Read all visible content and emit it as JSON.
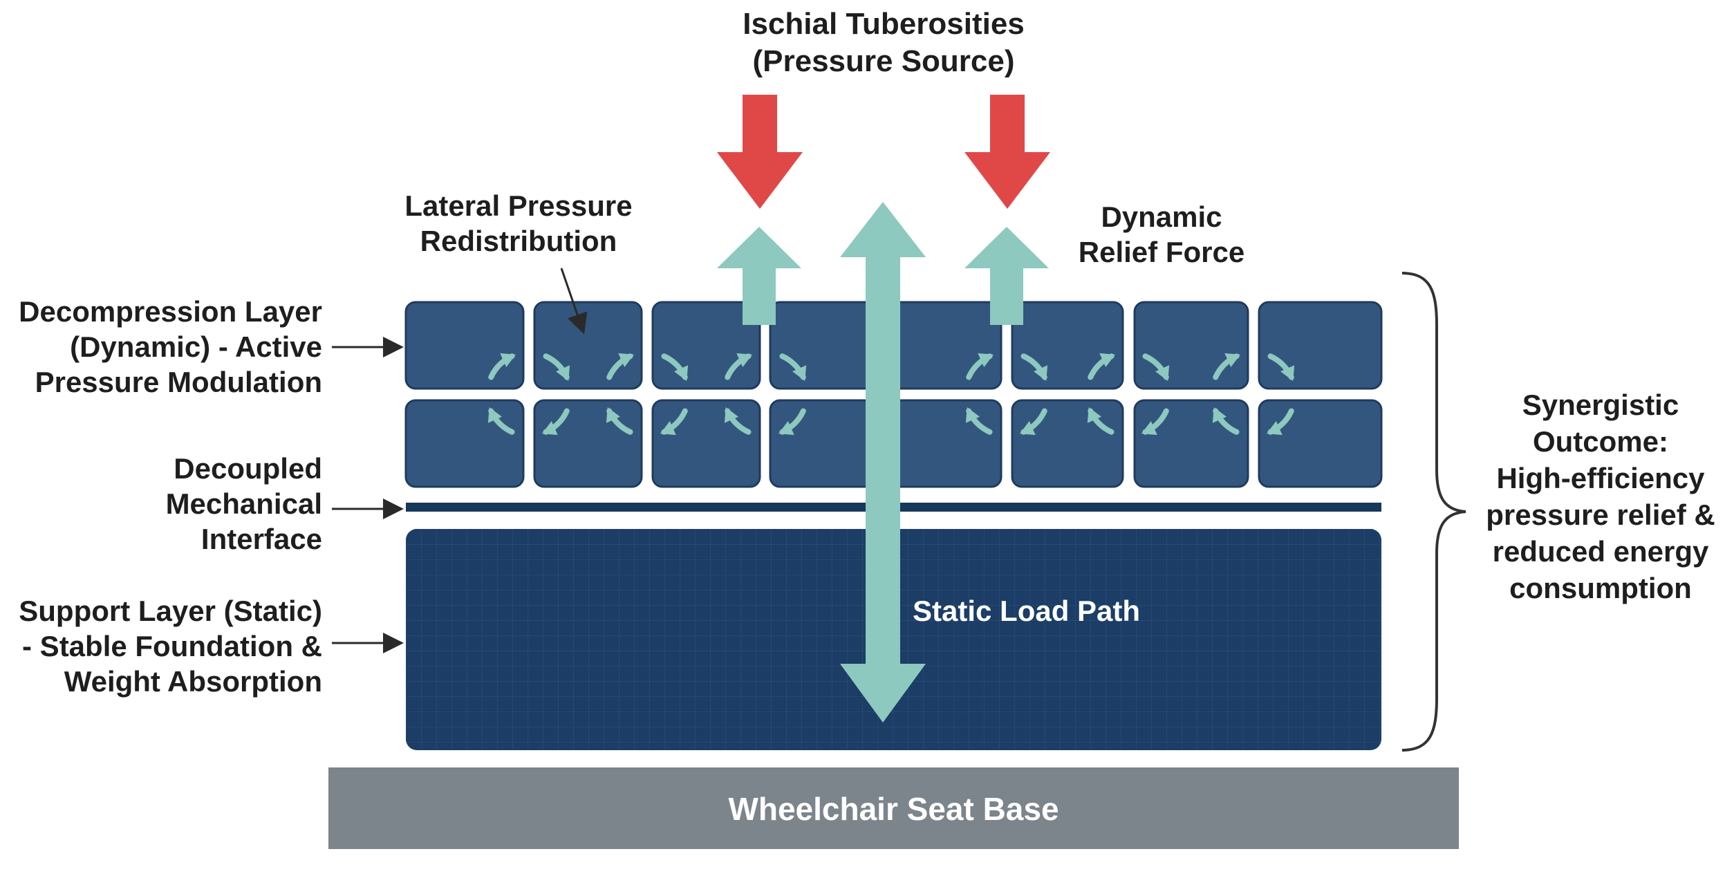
{
  "diagram": {
    "top_label": {
      "line1": "Ischial Tuberosities",
      "line2": "(Pressure Source)"
    },
    "lateral_label": {
      "line1": "Lateral Pressure",
      "line2": "Redistribution"
    },
    "dynamic_label": {
      "line1": "Dynamic",
      "line2": "Relief Force"
    },
    "left_labels": {
      "decompression": {
        "line1": "Decompression Layer",
        "line2": "(Dynamic) - Active",
        "line3": "Pressure Modulation"
      },
      "decoupled": {
        "line1": "Decoupled",
        "line2": "Mechanical",
        "line3": "Interface"
      },
      "support": {
        "line1": "Support Layer (Static)",
        "line2": "- Stable Foundation &",
        "line3": "Weight Absorption"
      }
    },
    "static_load_label": "Static Load Path",
    "outcome": {
      "line1": "Synergistic",
      "line2": "Outcome:",
      "line3": "High-efficiency",
      "line4": "pressure relief &",
      "line5": "reduced energy",
      "line6": "consumption"
    },
    "base_label": "Wheelchair Seat Base",
    "colors": {
      "cell_fill": "#33567f",
      "cell_border": "#1f3b5e",
      "support_fill": "#1b3d66",
      "interface_bar": "#163859",
      "teal_arrow": "#8dc9be",
      "red_arrow": "#e04848",
      "base_fill": "#7c848c",
      "text": "#1e1e1e"
    }
  }
}
